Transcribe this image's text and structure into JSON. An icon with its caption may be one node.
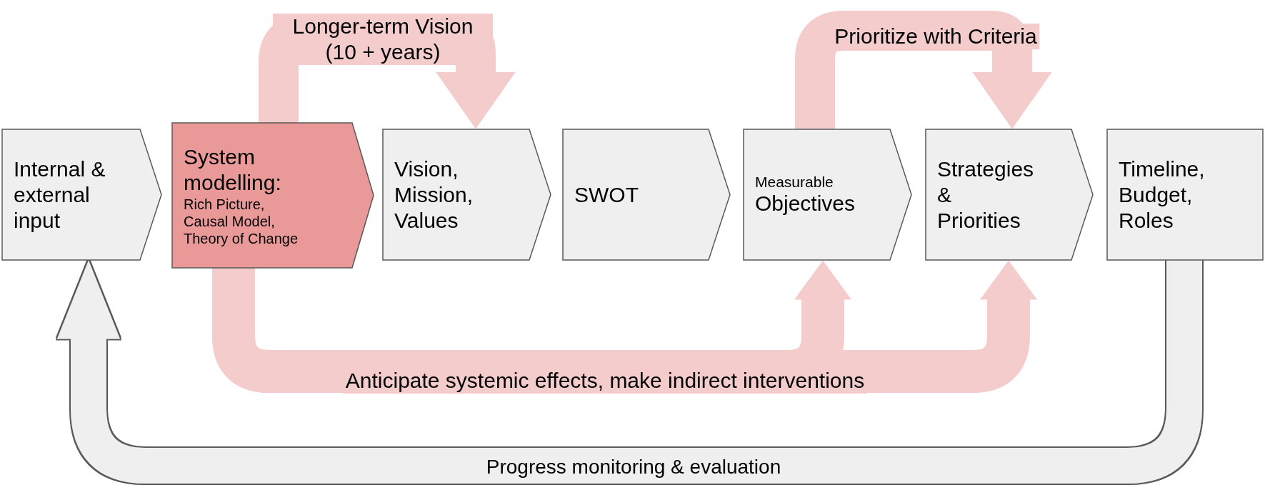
{
  "diagram": {
    "nodes": [
      {
        "text": [
          "Internal & external input"
        ]
      },
      {
        "text": [
          "System modelling:",
          "Rich Picture, Causal Model, Theory of Change"
        ]
      },
      {
        "text": [
          "Vision, Mission, Values"
        ]
      },
      {
        "text": [
          "SWOT"
        ]
      },
      {
        "text": [
          "Measurable",
          "Objectives"
        ]
      },
      {
        "text": [
          "Strategies & Priorities"
        ]
      },
      {
        "text": [
          "Timeline, Budget, Roles"
        ]
      }
    ],
    "edges": [
      {
        "from": 1,
        "to": 2,
        "arrow": "to",
        "label": "Longer-term Vision (10 + years)"
      },
      {
        "from": 4,
        "to": 5,
        "arrow": "to",
        "label": "Prioritize with Criteria"
      },
      {
        "from": 1,
        "to": 4,
        "arrow": "to",
        "label": "Anticipate systemic effects, make indirect interventions"
      },
      {
        "from": 1,
        "to": 5,
        "arrow": "to"
      },
      {
        "from": 6,
        "to": 0,
        "arrow": "to",
        "label": "Progress monitoring & evaluation",
        "color": "#efefef"
      }
    ]
  }
}
